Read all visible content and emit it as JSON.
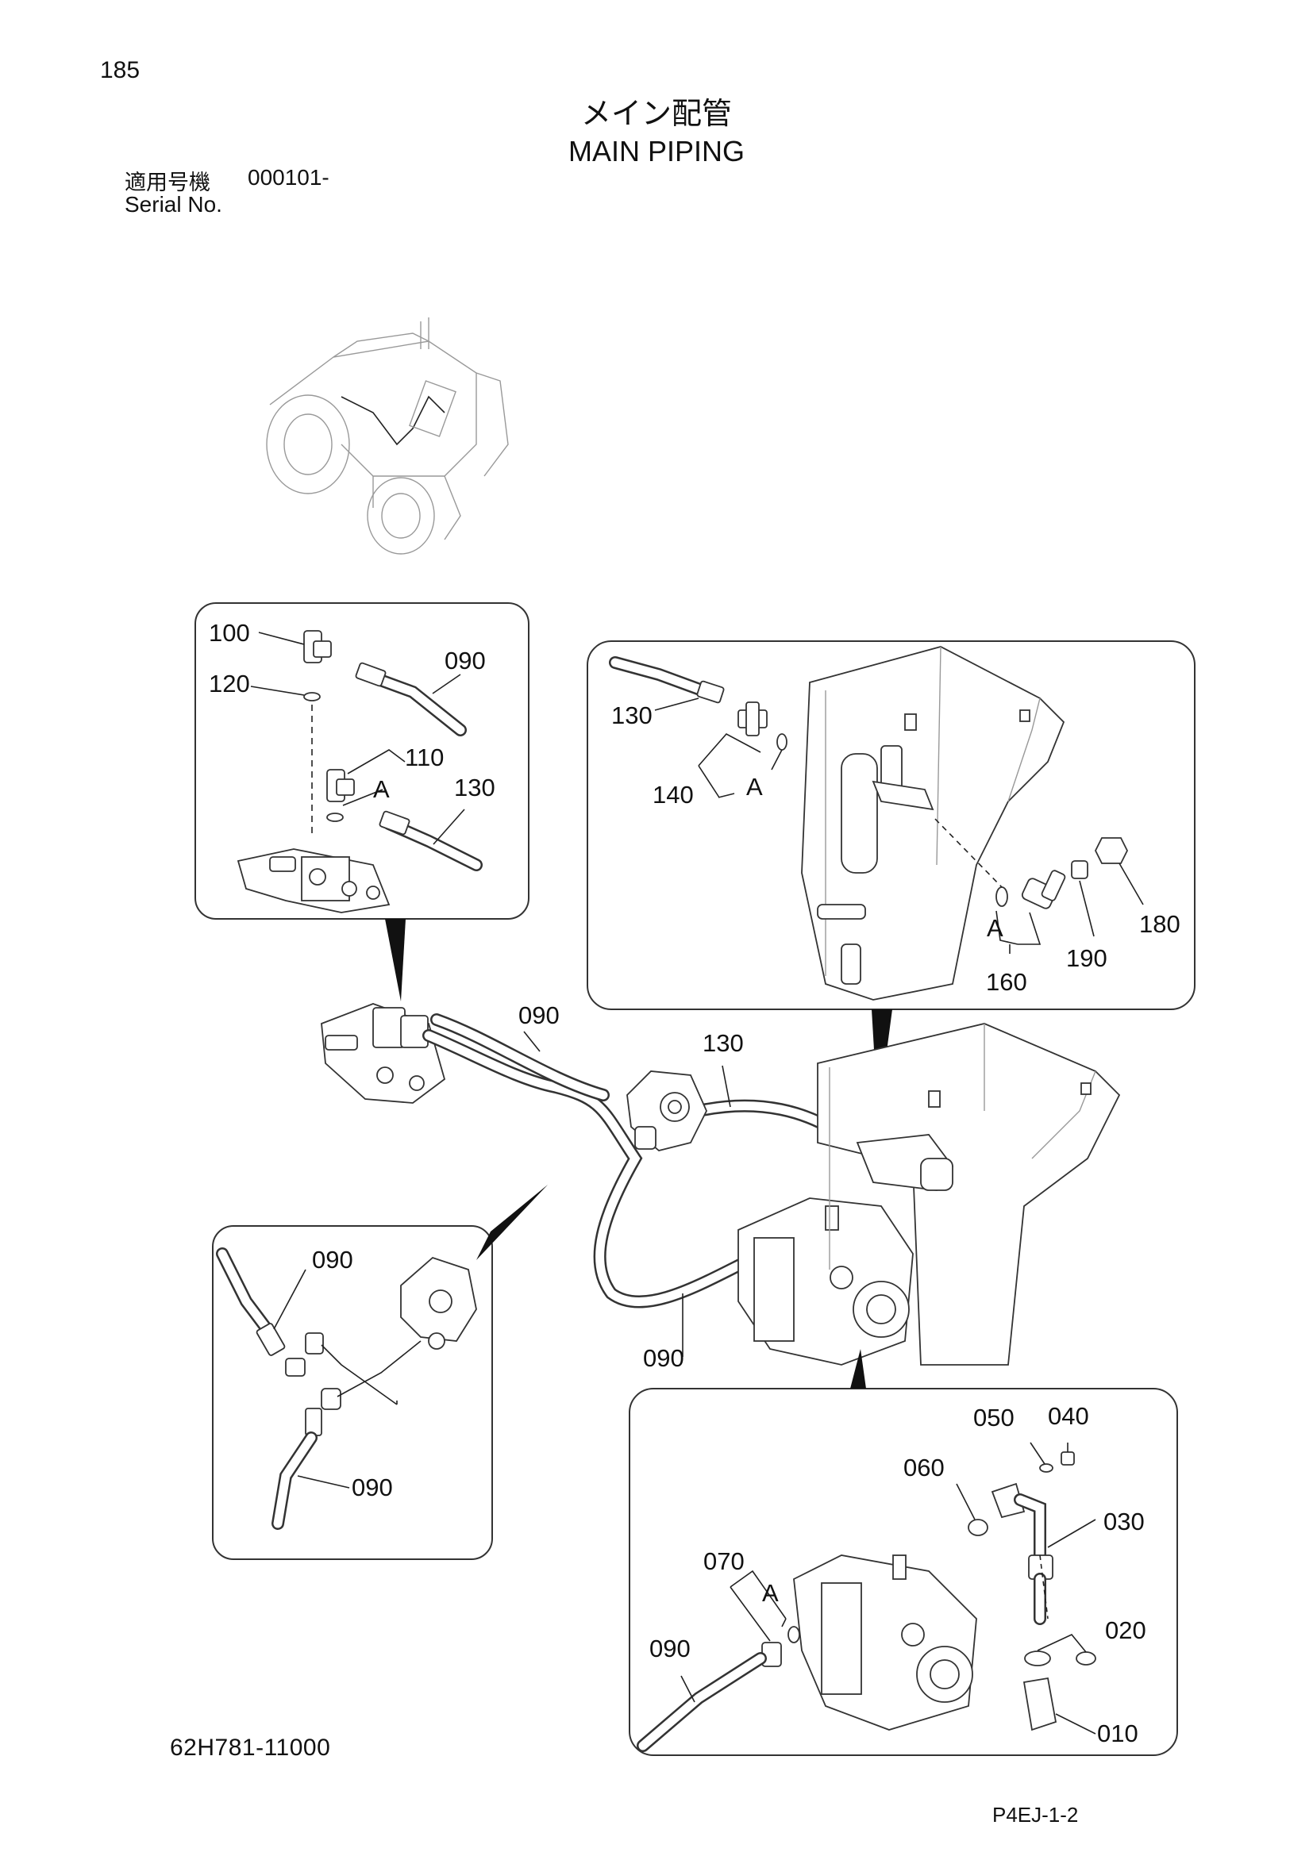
{
  "header": {
    "page_number": "185",
    "title_jp": "メイン配管",
    "title_en": "MAIN PIPING",
    "serial_label_jp": "適用号機",
    "serial_value": "000101-",
    "serial_label_en": "Serial No."
  },
  "callouts": {
    "detail_valve": {
      "c100": "100",
      "c120": "120",
      "c090": "090",
      "c110": "110",
      "cA": "A",
      "c130": "130"
    },
    "detail_tank": {
      "c130": "130",
      "c140": "140",
      "cA1": "A",
      "cA2": "A",
      "c180": "180",
      "c190": "190",
      "c160": "160"
    },
    "main_assembly": {
      "c090_top": "090",
      "c130": "130",
      "c090_bottom": "090"
    },
    "detail_motor": {
      "c090_top": "090",
      "c090_bottom": "090"
    },
    "detail_pump": {
      "c050": "050",
      "c040": "040",
      "c060": "060",
      "c030": "030",
      "c070": "070",
      "cA": "A",
      "c090": "090",
      "c020": "020",
      "c010": "010"
    }
  },
  "footer": {
    "part_code": "62H781-11000",
    "page_code": "P4EJ-1-2"
  }
}
